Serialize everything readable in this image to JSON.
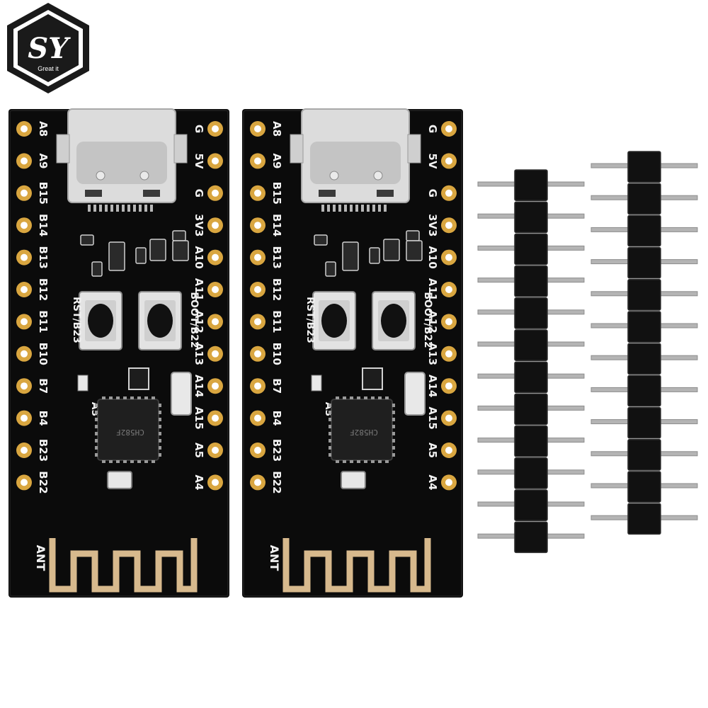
{
  "logo": {
    "letters": "SY",
    "tagline": "Great it"
  },
  "product": {
    "board_count": 2,
    "header_strip_count": 2,
    "pcb_color": "#0b0b0b",
    "pad_color": "#d9a640",
    "silk_color": "#f2f2f2",
    "antenna_color": "#d7b98d"
  },
  "board": {
    "left_pins": [
      "A8",
      "A9",
      "B15",
      "B14",
      "B13",
      "B12",
      "B11",
      "B10",
      "B7",
      "B4",
      "B23",
      "B22"
    ],
    "right_pins": [
      "G",
      "5V",
      "G",
      "3V3",
      "A10",
      "A11",
      "A12",
      "A13",
      "A14",
      "A15",
      "A5",
      "A4"
    ],
    "button_labels": [
      "RST/B23",
      "BOOT/B22"
    ],
    "misc_label": "A3",
    "antenna_label": "ANT",
    "chip_text": "CH582F"
  },
  "chips": [
    "CH582F",
    "CH582F"
  ],
  "header_left_pins": 12,
  "header_right_pins": 12
}
